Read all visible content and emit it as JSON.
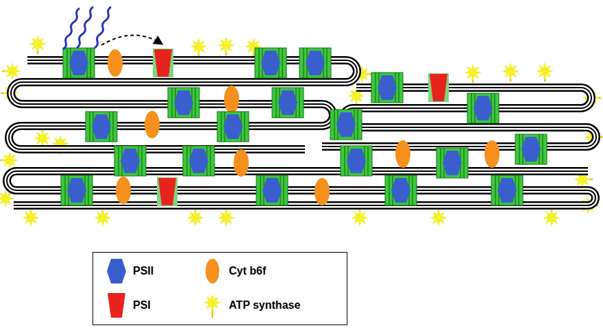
{
  "diagram": {
    "legend": [
      {
        "text": "PSII"
      },
      {
        "text": "Cyt b6f"
      },
      {
        "text": "PSI"
      },
      {
        "text": "ATP synthase"
      }
    ]
  }
}
